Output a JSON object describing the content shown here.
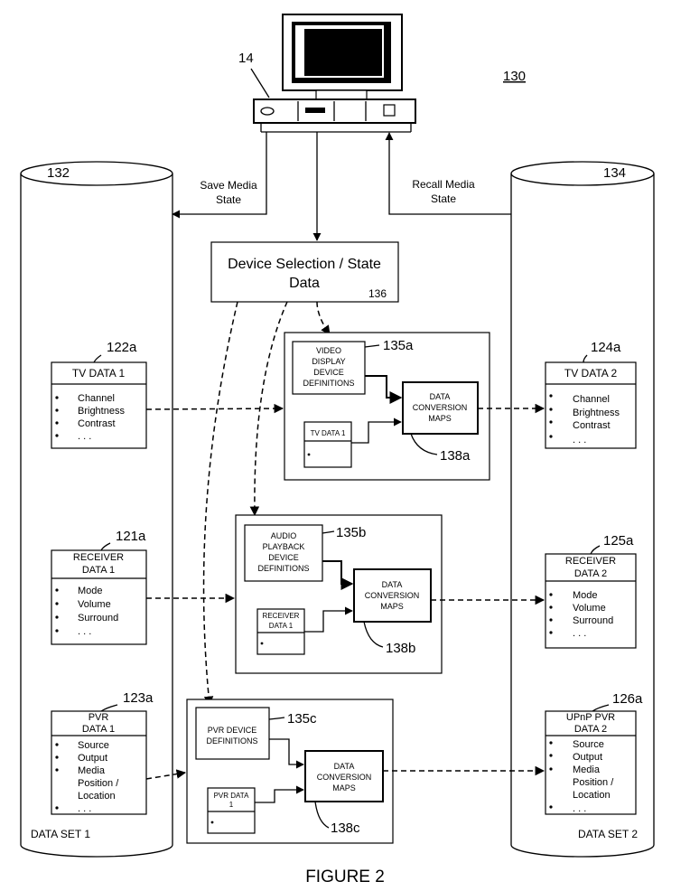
{
  "figure_label": "FIGURE 2",
  "system_ref": "130",
  "computer": {
    "ref": "14"
  },
  "arrows": {
    "save": [
      "Save Media",
      "State"
    ],
    "recall": [
      "Recall  Media",
      "State"
    ]
  },
  "device_selection": {
    "lines": [
      "Device Selection / State",
      "Data"
    ],
    "ref": "136"
  },
  "data_set_1": {
    "ref": "132",
    "label": "DATA SET 1",
    "tv": {
      "ref": "122a",
      "title": [
        "TV DATA 1"
      ],
      "items": [
        "Channel",
        "Brightness",
        "Contrast",
        ". . ."
      ]
    },
    "receiver": {
      "ref": "121a",
      "title": [
        "RECEIVER",
        "DATA 1"
      ],
      "items": [
        "Mode",
        "Volume",
        "Surround",
        ". . ."
      ]
    },
    "pvr": {
      "ref": "123a",
      "title": [
        "PVR",
        "DATA 1"
      ],
      "items": [
        "Source",
        "Output",
        "Media",
        "Position /",
        "Location",
        ". . ."
      ]
    }
  },
  "data_set_2": {
    "ref": "134",
    "label": "DATA SET 2",
    "tv": {
      "ref": "124a",
      "title": [
        "TV DATA 2"
      ],
      "items": [
        "Channel",
        "Brightness",
        "Contrast",
        ". . ."
      ]
    },
    "receiver": {
      "ref": "125a",
      "title": [
        "RECEIVER",
        "DATA 2"
      ],
      "items": [
        "Mode",
        "Volume",
        "Surround",
        ". . ."
      ]
    },
    "pvr": {
      "ref": "126a",
      "title": [
        "UPnP PVR",
        "DATA 2"
      ],
      "items": [
        "Source",
        "Output",
        "Media",
        "Position /",
        "Location",
        ". . ."
      ]
    }
  },
  "video_module": {
    "def_ref": "135a",
    "definitions": [
      "VIDEO",
      "DISPLAY",
      "DEVICE",
      "DEFINITIONS"
    ],
    "maps": [
      "DATA",
      "CONVERSION",
      "MAPS"
    ],
    "maps_ref": "138a",
    "mini": [
      "TV DATA 1"
    ]
  },
  "audio_module": {
    "def_ref": "135b",
    "definitions": [
      "AUDIO",
      "PLAYBACK",
      "DEVICE",
      "DEFINITIONS"
    ],
    "maps": [
      "DATA",
      "CONVERSION",
      "MAPS"
    ],
    "maps_ref": "138b",
    "mini": [
      "RECEIVER",
      "DATA 1"
    ]
  },
  "pvr_module": {
    "def_ref": "135c",
    "definitions": [
      "PVR DEVICE",
      "DEFINITIONS"
    ],
    "maps": [
      "DATA",
      "CONVERSION",
      "MAPS"
    ],
    "maps_ref": "138c",
    "mini": [
      "PVR DATA",
      "1"
    ]
  }
}
